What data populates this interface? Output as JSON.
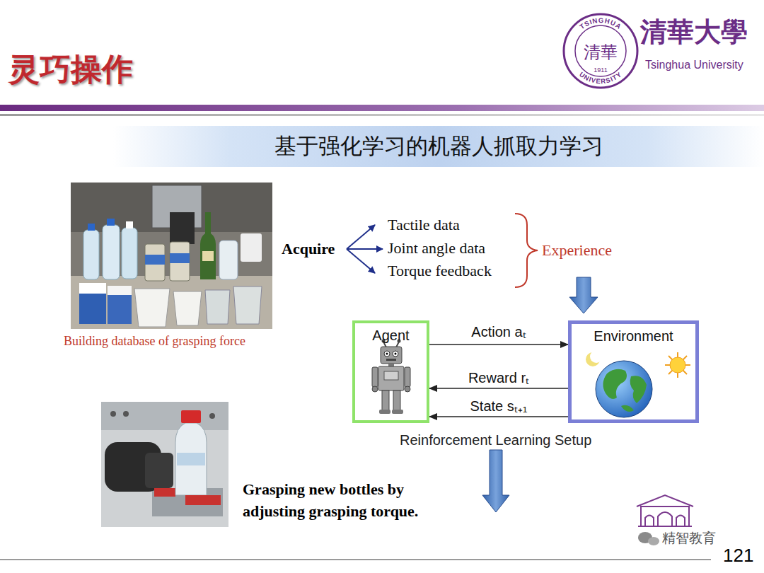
{
  "diagram": {
    "title": "灵巧操作",
    "nodes": [
      {
        "text": [
          "基于强化学习的机器人抓取力学习"
        ]
      },
      {
        "text": [
          "Agent"
        ]
      },
      {
        "text": [
          "Environment"
        ]
      }
    ],
    "edges": [
      {
        "from": 1,
        "to": 2,
        "label": "Action aₜ",
        "arrow": "to"
      },
      {
        "from": 2,
        "to": 1,
        "label": "Reward rₜ",
        "arrow": "to"
      },
      {
        "from": 2,
        "to": 1,
        "label": "State sₜ₊₁",
        "arrow": "to"
      }
    ],
    "labels": [
      "清華大學",
      "Tsinghua University",
      "TSINGHUA",
      "UNIVERSITY",
      "清華",
      "1911",
      "Building database of grasping force",
      "Acquire",
      "Tactile data",
      "Joint angle data",
      "Torque feedback",
      "Experience",
      "Reinforcement Learning Setup",
      "Grasping new bottles by adjusting grasping torque.",
      "精智教育",
      "121"
    ]
  }
}
